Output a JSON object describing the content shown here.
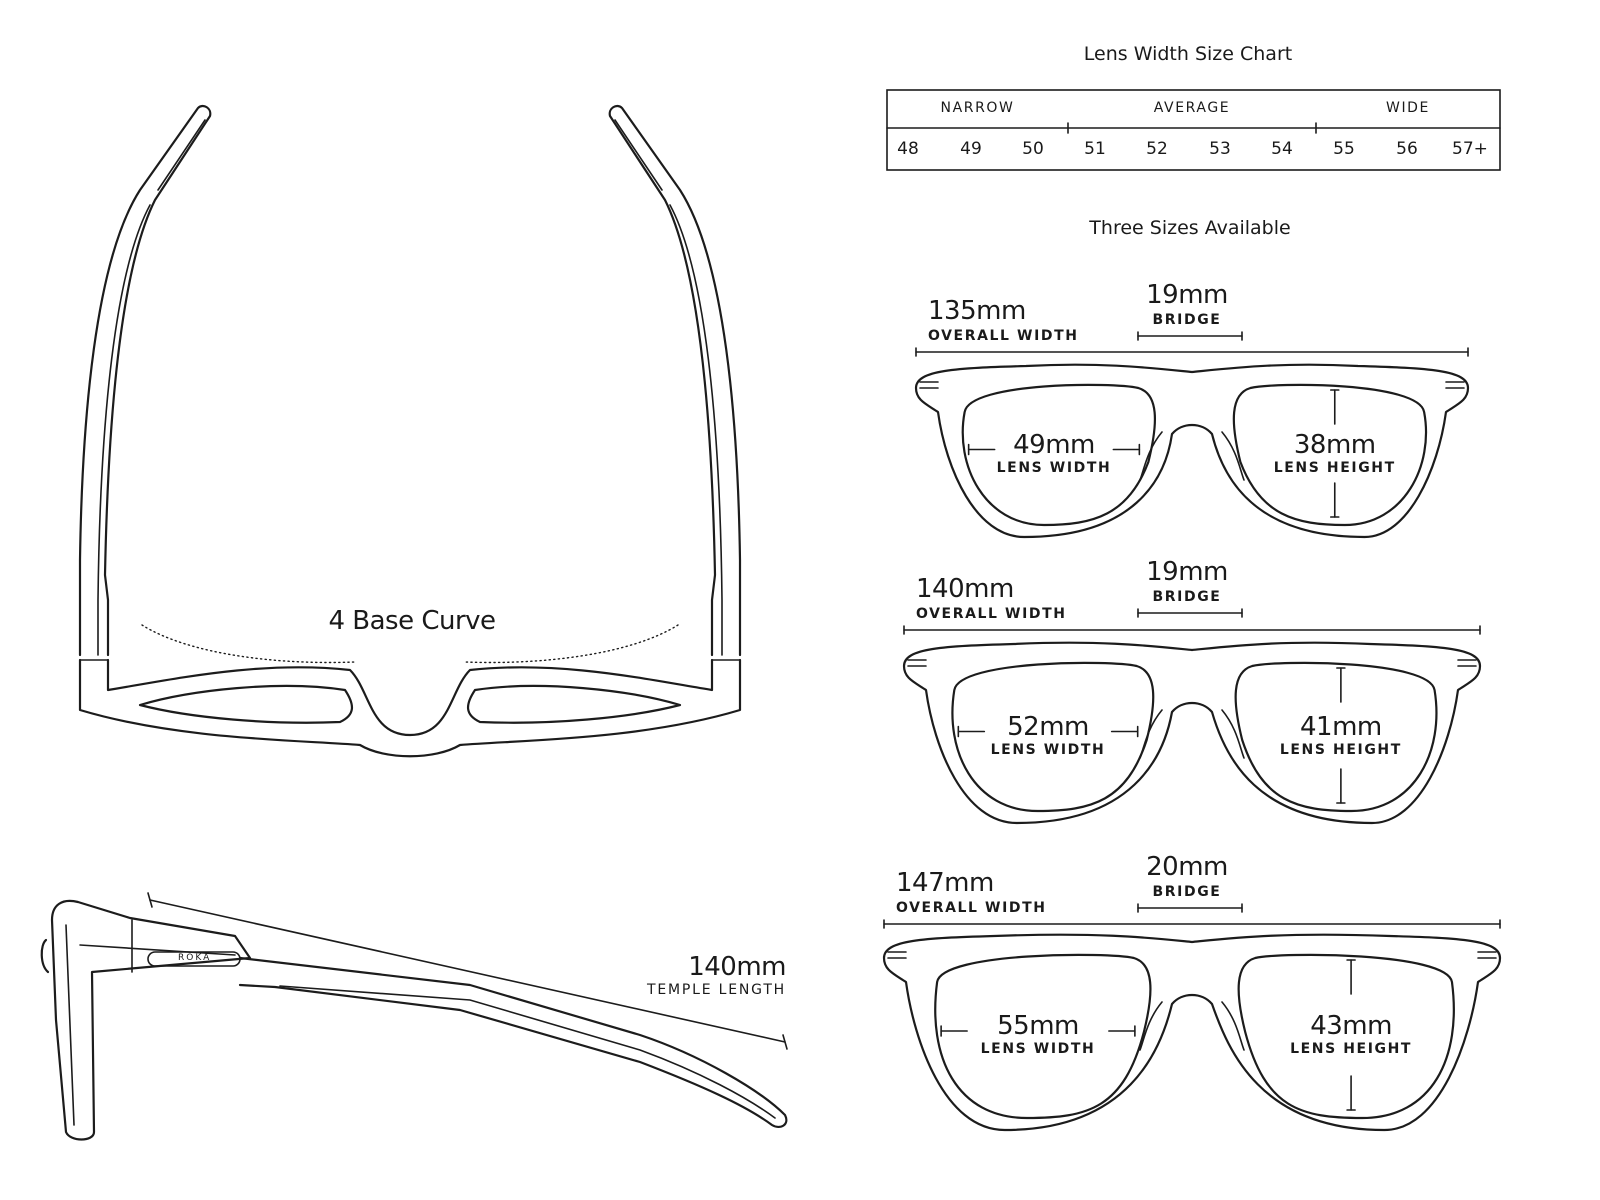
{
  "size_chart": {
    "title": "Lens Width Size Chart",
    "groups": [
      "NARROW",
      "AVERAGE",
      "WIDE"
    ],
    "sizes": [
      "48",
      "49",
      "50",
      "51",
      "52",
      "53",
      "54",
      "55",
      "56",
      "57+"
    ]
  },
  "sizes_title": "Three Sizes Available",
  "front_views": [
    {
      "overall_width": "135mm",
      "overall_label": "OVERALL WIDTH",
      "bridge": "19mm",
      "bridge_label": "BRIDGE",
      "lens_width": "49mm",
      "lens_width_label": "LENS WIDTH",
      "lens_height": "38mm",
      "lens_height_label": "LENS HEIGHT"
    },
    {
      "overall_width": "140mm",
      "overall_label": "OVERALL WIDTH",
      "bridge": "19mm",
      "bridge_label": "BRIDGE",
      "lens_width": "52mm",
      "lens_width_label": "LENS WIDTH",
      "lens_height": "41mm",
      "lens_height_label": "LENS HEIGHT"
    },
    {
      "overall_width": "147mm",
      "overall_label": "OVERALL WIDTH",
      "bridge": "20mm",
      "bridge_label": "BRIDGE",
      "lens_width": "55mm",
      "lens_width_label": "LENS WIDTH",
      "lens_height": "43mm",
      "lens_height_label": "LENS HEIGHT"
    }
  ],
  "top_view": {
    "base_curve": "4 Base Curve"
  },
  "side_view": {
    "temple_length": "140mm",
    "temple_label": "TEMPLE LENGTH",
    "brand": "RŌKA"
  }
}
